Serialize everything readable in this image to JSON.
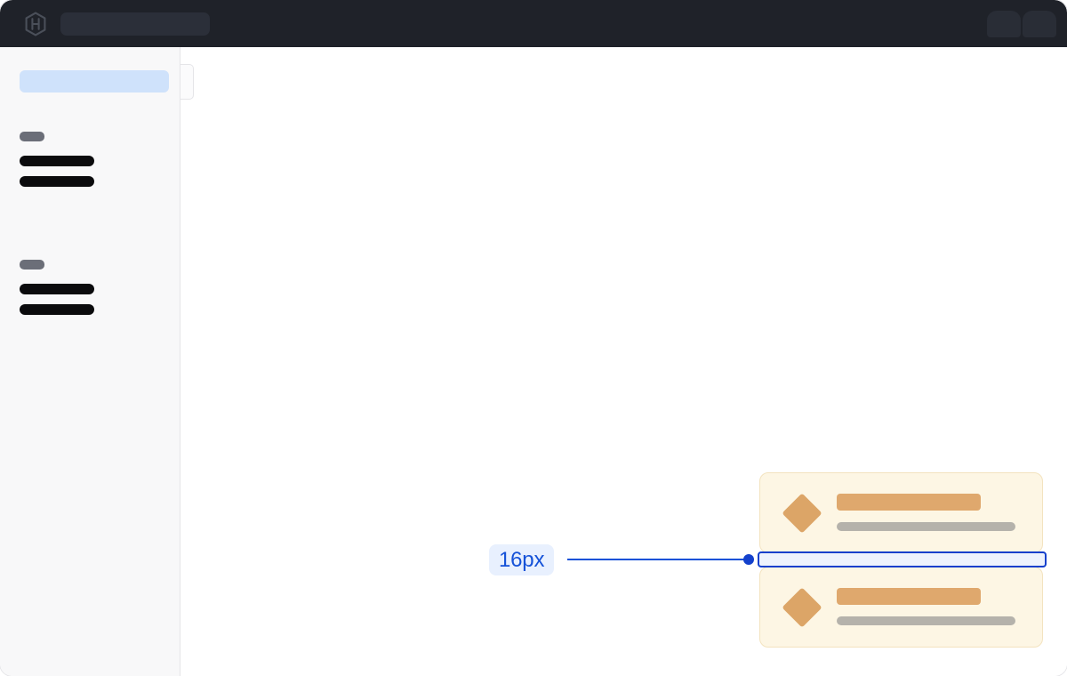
{
  "window": {
    "background_color": "#ffffff",
    "frame_border_color": "#e6e6e9"
  },
  "top_bar": {
    "background_color": "#1f2229",
    "logo_icon": "hexagon-h-logo-icon",
    "logo_color": "#4a4f59",
    "search_placeholder_skeleton": {
      "name": "header-search-skeleton",
      "color": "#2b2f39"
    },
    "right_skeletons": [
      {
        "name": "header-skeleton-a",
        "color": "#292d36"
      },
      {
        "name": "header-skeleton-b",
        "color": "#292d36"
      }
    ]
  },
  "sidebar": {
    "background_color": "#f8f8f9",
    "border_color": "#e5e5e8",
    "collapse_handle": {
      "name": "sidebar-collapse-handle",
      "icon": "panel-collapse-icon"
    },
    "primary_skeleton": {
      "name": "sidebar-primary-skeleton",
      "color": "#cfe2fb"
    },
    "nav_groups": [
      {
        "label_skeleton_color": "#6b6e78",
        "items": [
          {
            "skeleton_color": "#0b0b0d"
          },
          {
            "skeleton_color": "#0b0b0d"
          }
        ]
      },
      {
        "label_skeleton_color": "#6b6e78",
        "items": [
          {
            "skeleton_color": "#0b0b0d"
          },
          {
            "skeleton_color": "#0b0b0d"
          }
        ]
      }
    ]
  },
  "main": {
    "background_color": "#ffffff",
    "cards": [
      {
        "name": "content-card-1",
        "background_color": "#fdf6e4",
        "border_color": "#f3e3bf",
        "icon": "diamond-icon",
        "icon_color": "#dca567",
        "line_primary_color": "#dfa86d",
        "line_secondary_color": "#b5b2ab"
      },
      {
        "name": "content-card-2",
        "background_color": "#fdf6e4",
        "border_color": "#f3e3bf",
        "icon": "diamond-icon",
        "icon_color": "#dca567",
        "line_primary_color": "#dfa86d",
        "line_secondary_color": "#b5b2ab"
      }
    ]
  },
  "measurement": {
    "value_label": "16px",
    "badge_background_color": "#e8f0fe",
    "badge_text_color": "#1552d8",
    "leader_line_color": "#1552d8",
    "leader_dot_color": "#1340cc",
    "gap_box_border_color": "#1340cc",
    "gap_box_fill_color": "#eef3fd"
  }
}
